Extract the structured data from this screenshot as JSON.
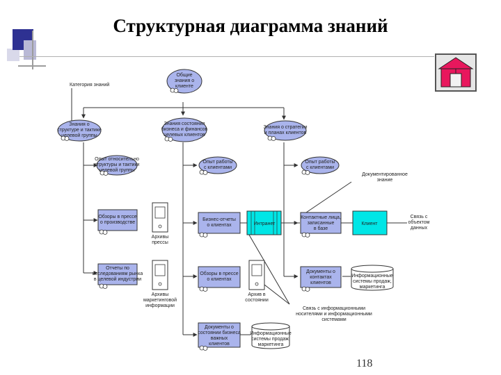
{
  "slide": {
    "title": "Структурная диаграмма знаний",
    "page_number": "118"
  },
  "diagram": {
    "labels": {
      "category": "Категория знаний",
      "documented": [
        "Документированное",
        "знание"
      ],
      "link_object": [
        "Связь с",
        "объектом",
        "данных"
      ],
      "link_info": [
        "Связь с информационными",
        "носителями и информационными",
        "системами"
      ]
    },
    "ovals": {
      "general": [
        "Общие",
        "знания о",
        "клиенте"
      ],
      "structure": [
        "Знания о",
        "структуре и тактике",
        "целевой группы"
      ],
      "business": [
        "Знания состояния",
        "бизнеса и финансов",
        "целевых клиентов"
      ],
      "strategy": [
        "Знания о стратегии",
        "и планах клиентов"
      ],
      "exp_struct": [
        "Опыт относительно",
        "структуры и тактики",
        "целевой группы"
      ],
      "exp_clients1": [
        "Опыт работы",
        "с клиентами"
      ],
      "exp_clients2": [
        "Опыт работы",
        "с клиентами"
      ]
    },
    "boxes": {
      "press_producers": [
        "Обзоры в прессе",
        "о производстве"
      ],
      "market_reports": [
        "Отчеты по",
        "исследованиям рынка",
        "в целевой индустрии"
      ],
      "business_reports": [
        "Бизнес-отчеты",
        "о клиентах"
      ],
      "press_clients": [
        "Обзоры в прессе",
        "о клиентах"
      ],
      "docs_business": [
        "Документы о",
        "состоянии бизнеса",
        "важных",
        "клиентов"
      ],
      "contacts_db": [
        "Контактные лица,",
        "записанные",
        "в базе"
      ],
      "contact_docs": [
        "Документы о",
        "контактах",
        "клиентов"
      ],
      "intranet": "Интранет",
      "client": "Клиент"
    },
    "archives": {
      "press": [
        "Архивы",
        "прессы"
      ],
      "marketing": [
        "Архивы",
        "маркетинговой",
        "информации"
      ],
      "state": [
        "Архив в",
        "состоянии"
      ]
    },
    "databases": {
      "sales1": [
        "Информационные",
        "системы продаж,",
        "маркетинга"
      ],
      "sales2": [
        "Информационные",
        "системы продаж,",
        "маркетинга"
      ]
    }
  },
  "colors": {
    "oval_fill": "#aab4ec",
    "box_fill": "#aab4ec",
    "cyan_fill": "#00e6e6",
    "line": "#333333",
    "home_red": "#e8175d",
    "home_bg": "#e6e6e6"
  },
  "icons": {
    "home": "home-icon",
    "people": "people-icon"
  }
}
